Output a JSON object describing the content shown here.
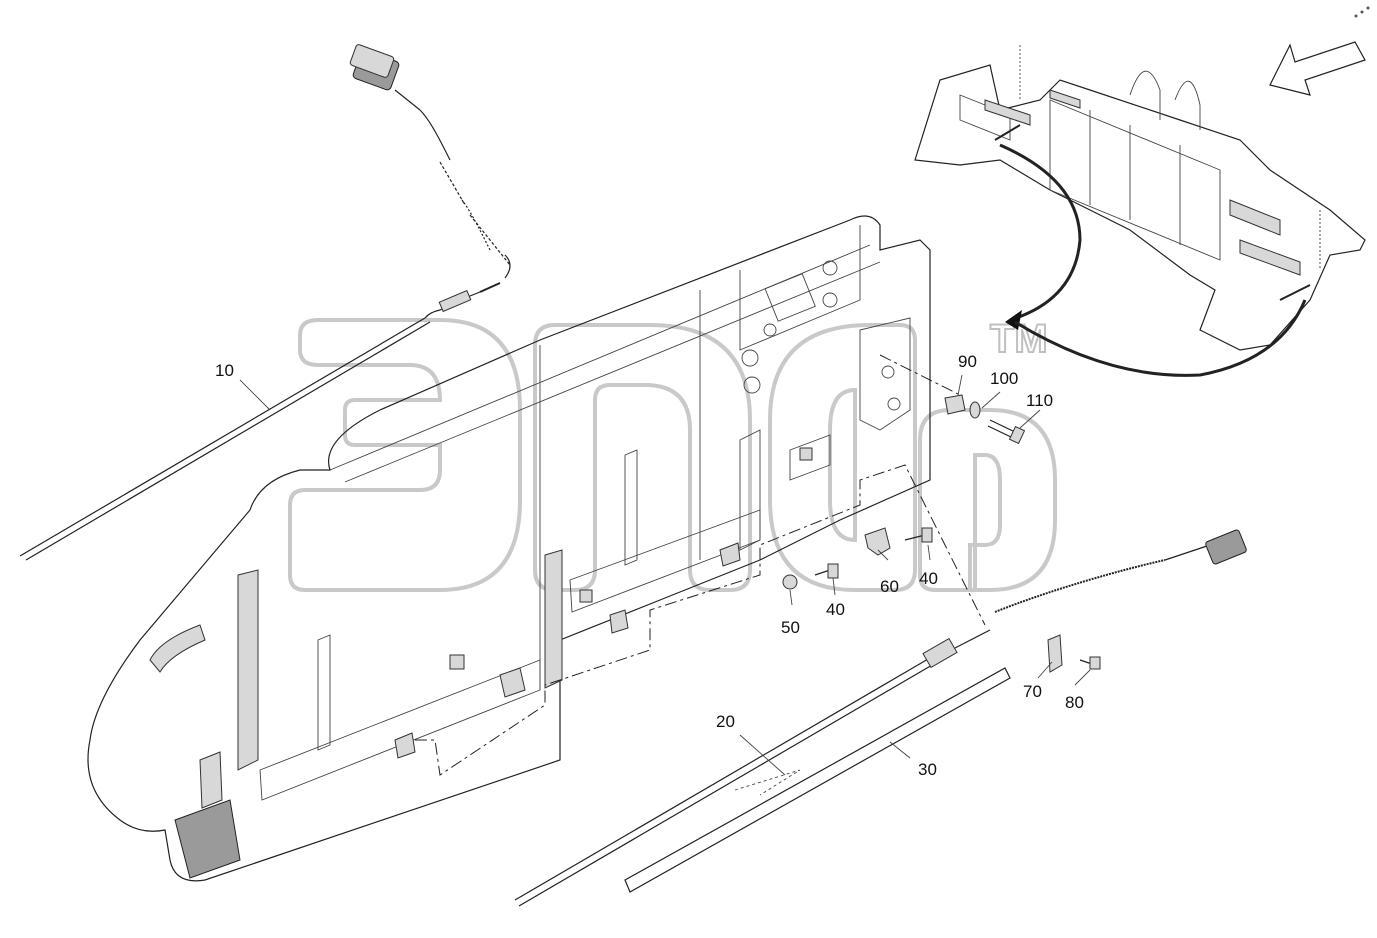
{
  "diagram": {
    "type": "exploded-parts-drawing",
    "watermark": {
      "trademark_symbol": "TM"
    },
    "callouts": [
      {
        "id": "callout-10",
        "label": "10"
      },
      {
        "id": "callout-20",
        "label": "20"
      },
      {
        "id": "callout-30",
        "label": "30"
      },
      {
        "id": "callout-40a",
        "label": "40"
      },
      {
        "id": "callout-40b",
        "label": "40"
      },
      {
        "id": "callout-50",
        "label": "50"
      },
      {
        "id": "callout-60",
        "label": "60"
      },
      {
        "id": "callout-70",
        "label": "70"
      },
      {
        "id": "callout-80",
        "label": "80"
      },
      {
        "id": "callout-90",
        "label": "90"
      },
      {
        "id": "callout-100",
        "label": "100"
      },
      {
        "id": "callout-110",
        "label": "110"
      }
    ]
  }
}
